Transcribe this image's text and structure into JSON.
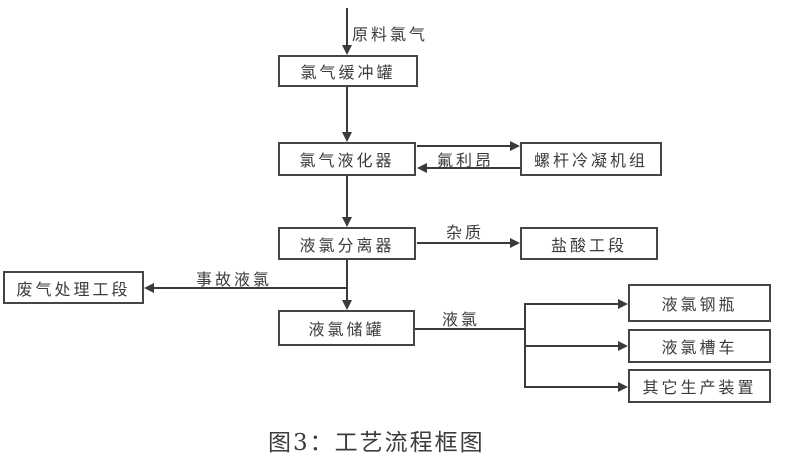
{
  "diagram": {
    "caption": "图3：工艺流程框图",
    "nodes": {
      "buffer_tank": "氯气缓冲罐",
      "liquefier": "氯气液化器",
      "condenser_unit": "螺杆冷凝机组",
      "separator": "液氯分离器",
      "hcl_section": "盐酸工段",
      "waste_gas_section": "废气处理工段",
      "storage_tank": "液氯储罐",
      "cylinder": "液氯钢瓶",
      "tank_truck": "液氯槽车",
      "other_devices": "其它生产装置"
    },
    "flow_labels": {
      "raw_chlorine": "原料氯气",
      "freon": "氟利昂",
      "impurity": "杂质",
      "accident_liquid_chlorine": "事故液氯",
      "liquid_chlorine": "液氯"
    },
    "colors": {
      "line": "#3a3a3a",
      "text": "#3c3c3c",
      "background": "#ffffff"
    }
  }
}
